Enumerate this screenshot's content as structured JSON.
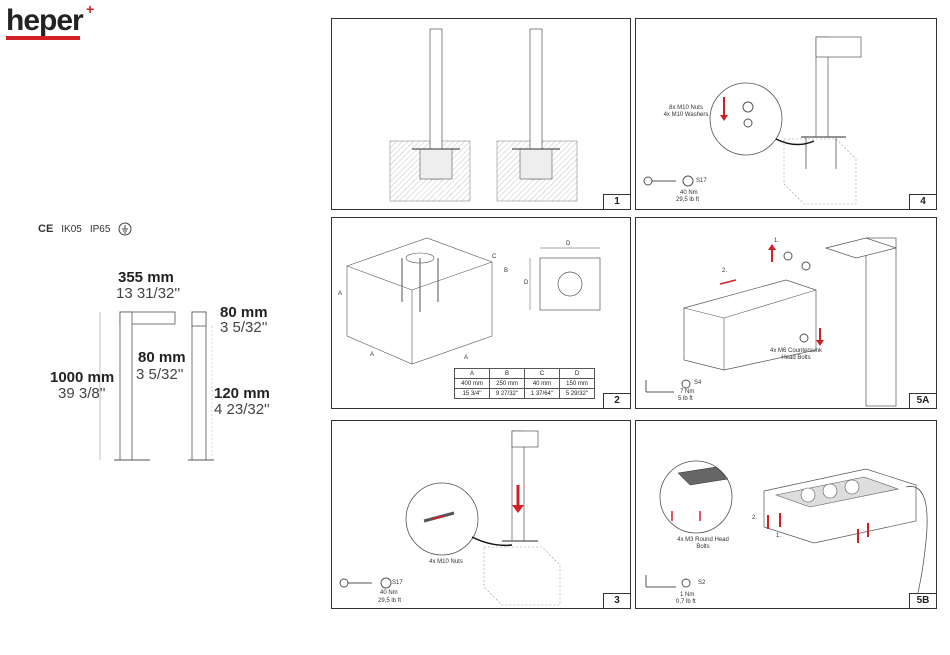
{
  "brand": {
    "name": "heper",
    "plus": "+",
    "accent": "#d32027"
  },
  "certifications": {
    "ce": "CE",
    "ik": "IK05",
    "ip": "IP65",
    "ground_icon": "ground-icon"
  },
  "dimensions": {
    "width_mm": "355 mm",
    "width_in": "13 31/32''",
    "height_mm": "1000 mm",
    "height_in": "39 3/8''",
    "shaft_mm": "80 mm",
    "shaft_in": "3 5/32''",
    "head_mm": "80 mm",
    "head_in": "3 5/32''",
    "base_mm": "120 mm",
    "base_in": "4 23/32''"
  },
  "steps": {
    "s1": {
      "num": "1"
    },
    "s2": {
      "num": "2",
      "labels": {
        "A": "A",
        "B": "B",
        "C": "C",
        "D": "D"
      },
      "table": {
        "headers": [
          "A",
          "B",
          "C",
          "D"
        ],
        "row_mm": [
          "400 mm",
          "250 mm",
          "40 mm",
          "150 mm"
        ],
        "row_in": [
          "15 3/4''",
          "9 27/32''",
          "1 37/64''",
          "5 29/32''"
        ]
      }
    },
    "s3": {
      "num": "3",
      "nuts": "4x M10 Nuts",
      "key": "S17",
      "torque_nm": "40 Nm",
      "torque_lb": "29,5 lb ft"
    },
    "s4": {
      "num": "4",
      "nuts": "8x M10 Nuts",
      "washers": "4x M10 Washers",
      "key": "S17",
      "torque_nm": "40 Nm",
      "torque_lb": "29,5 lb ft"
    },
    "s5a": {
      "num": "5A",
      "step1": "1.",
      "step2": "2.",
      "bolts": "4x M6 Countersunk",
      "bolts2": "Head Bolts",
      "key": "S4",
      "torque_nm": "7 Nm",
      "torque_lb": "5 lb ft"
    },
    "s5b": {
      "num": "5B",
      "step1": "1.",
      "step2": "2.",
      "bolts": "4x M3 Round Head",
      "bolts2": "Bolts",
      "key": "S2",
      "torque_nm": "1 Nm",
      "torque_lb": "0,7 lb ft"
    }
  }
}
